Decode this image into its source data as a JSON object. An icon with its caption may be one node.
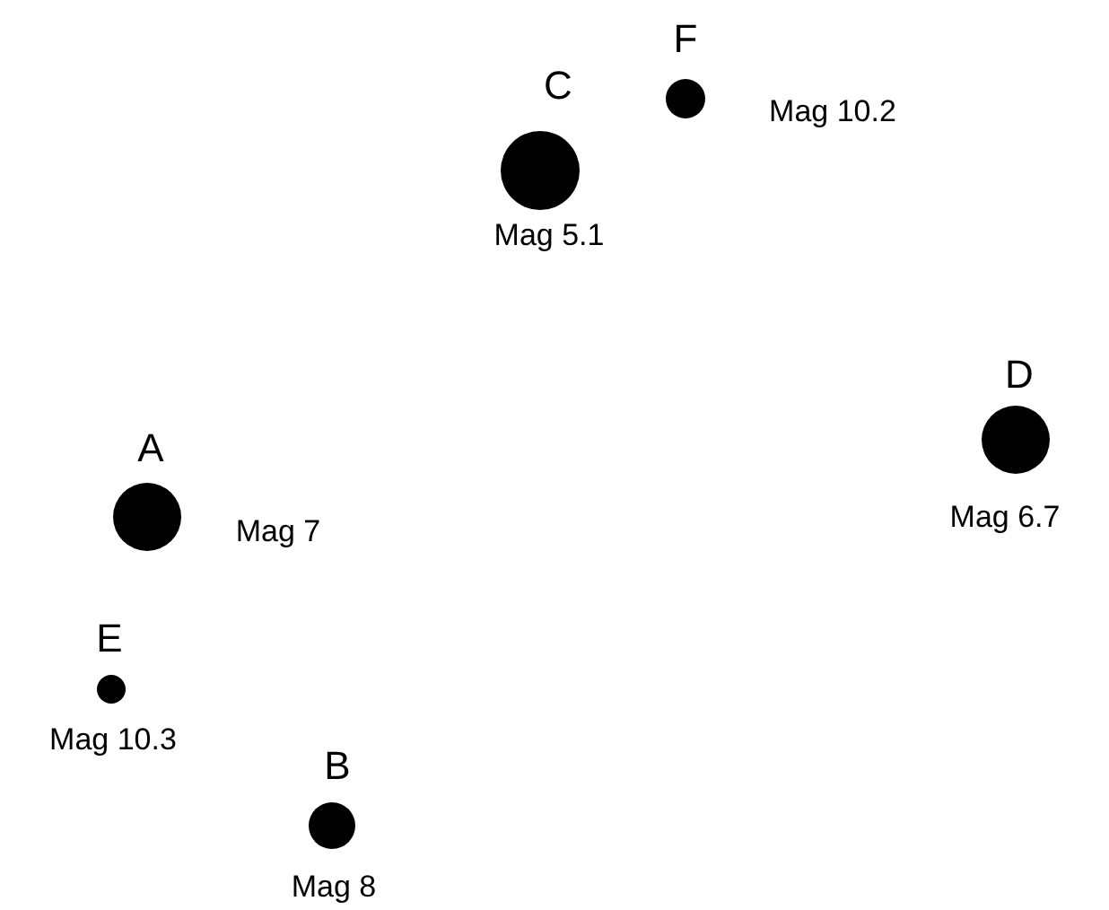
{
  "diagram": {
    "nodes": [
      {
        "text": [
          "F"
        ],
        "beside": [
          "Mag 10.2"
        ]
      },
      {
        "text": [
          "C"
        ],
        "beside": [
          "Mag 5.1"
        ]
      },
      {
        "text": [
          "D"
        ],
        "beside": [
          "Mag 6.7"
        ]
      },
      {
        "text": [
          "A"
        ],
        "beside": [
          "Mag 7"
        ]
      },
      {
        "text": [
          "E"
        ],
        "beside": [
          "Mag 10.3"
        ]
      },
      {
        "text": [
          "B"
        ],
        "beside": [
          "Mag 8"
        ]
      }
    ],
    "edges": []
  }
}
